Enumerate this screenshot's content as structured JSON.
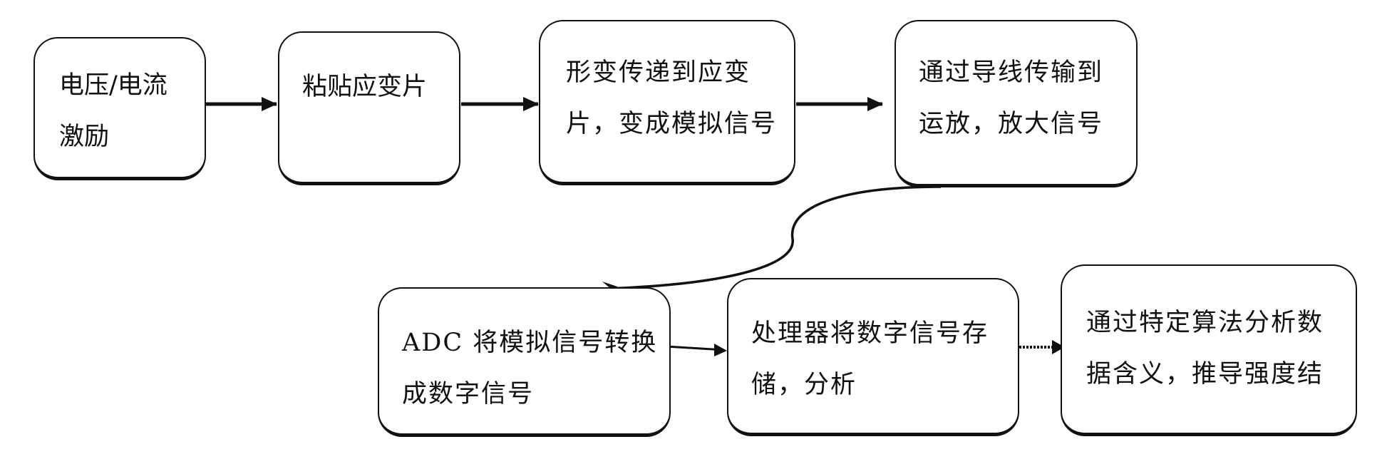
{
  "diagram": {
    "nodes": [
      {
        "id": "excitation",
        "text": "电压/电流\n激励"
      },
      {
        "id": "strain-gauge",
        "text": "粘贴应变片"
      },
      {
        "id": "deformation",
        "text": "形变传递到应变\n片，变成模拟信号"
      },
      {
        "id": "amplifier",
        "text": "通过导线传输到\n运放，放大信号"
      },
      {
        "id": "adc",
        "text": "ADC 将模拟信号转换\n成数字信号"
      },
      {
        "id": "processor",
        "text": "处理器将数字信号存\n储，分析"
      },
      {
        "id": "algorithm",
        "text": "通过特定算法分析数\n据含义，推导强度结"
      }
    ],
    "edges": [
      {
        "from": "excitation",
        "to": "strain-gauge"
      },
      {
        "from": "strain-gauge",
        "to": "deformation"
      },
      {
        "from": "deformation",
        "to": "amplifier"
      },
      {
        "from": "amplifier",
        "to": "adc"
      },
      {
        "from": "adc",
        "to": "processor"
      },
      {
        "from": "processor",
        "to": "algorithm"
      }
    ],
    "colors": {
      "stroke": "#111111",
      "background": "#ffffff"
    }
  }
}
